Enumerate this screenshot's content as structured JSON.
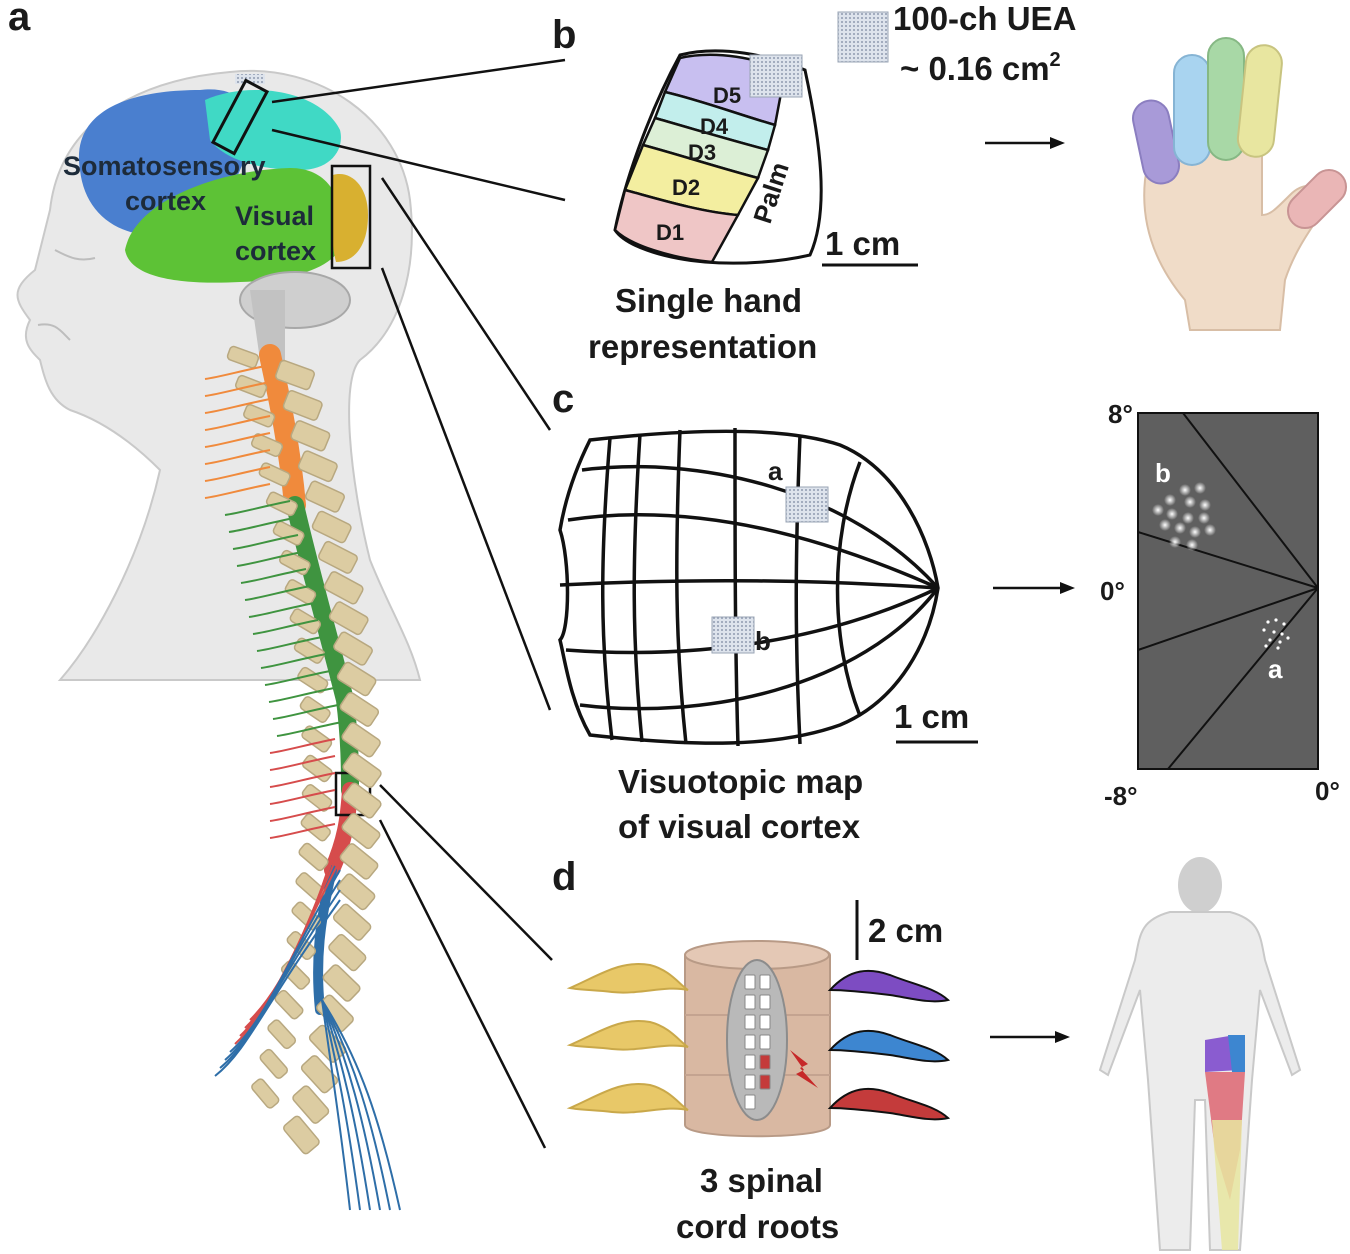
{
  "panels": {
    "a": "a",
    "b": "b",
    "c": "c",
    "d": "d"
  },
  "brain_regions": {
    "somatosensory_line1": "Somatosensory",
    "somatosensory_line2": "cortex",
    "visual_line1": "Visual",
    "visual_line2": "cortex"
  },
  "panel_b": {
    "array_line1": "100-ch UEA",
    "array_line2": "~ 0.16 cm",
    "array_sup": "2",
    "digits": [
      "D5",
      "D4",
      "D3",
      "D2",
      "D1"
    ],
    "palm": "Palm",
    "scale": "1 cm",
    "caption_line1": "Single hand",
    "caption_line2": "representation"
  },
  "panel_c": {
    "site_a": "a",
    "site_b": "b",
    "scale": "1 cm",
    "caption_line1": "Visuotopic map",
    "caption_line2": "of visual cortex",
    "visual_field": {
      "top": "8°",
      "middle": "0°",
      "bottom_left": "-8°",
      "bottom_right": "0°",
      "label_a": "a",
      "label_b": "b"
    }
  },
  "panel_d": {
    "scale": "2 cm",
    "caption_line1": "3 spinal",
    "caption_line2": "cord roots"
  },
  "colors": {
    "somatosensory": "#4a7fcf",
    "visual": "#5dc236",
    "hand_area": "#40d9c5",
    "visual_cortex_zone": "#d8b030",
    "cervical": "#f08a3c",
    "thoracic": "#3f9440",
    "lumbar": "#d64c4c",
    "sacral": "#2e6ea8",
    "vertebra": "#dccca2",
    "D5": "#c8bff0",
    "D4": "#c2eeec",
    "D3": "#dcefd6",
    "D2": "#f3eea0",
    "D1": "#efc6c6",
    "visual_field_bg": "#5f5f5f",
    "root_purple": "#7d4cc2",
    "root_blue": "#3d86d0",
    "root_red": "#c43b3b"
  }
}
